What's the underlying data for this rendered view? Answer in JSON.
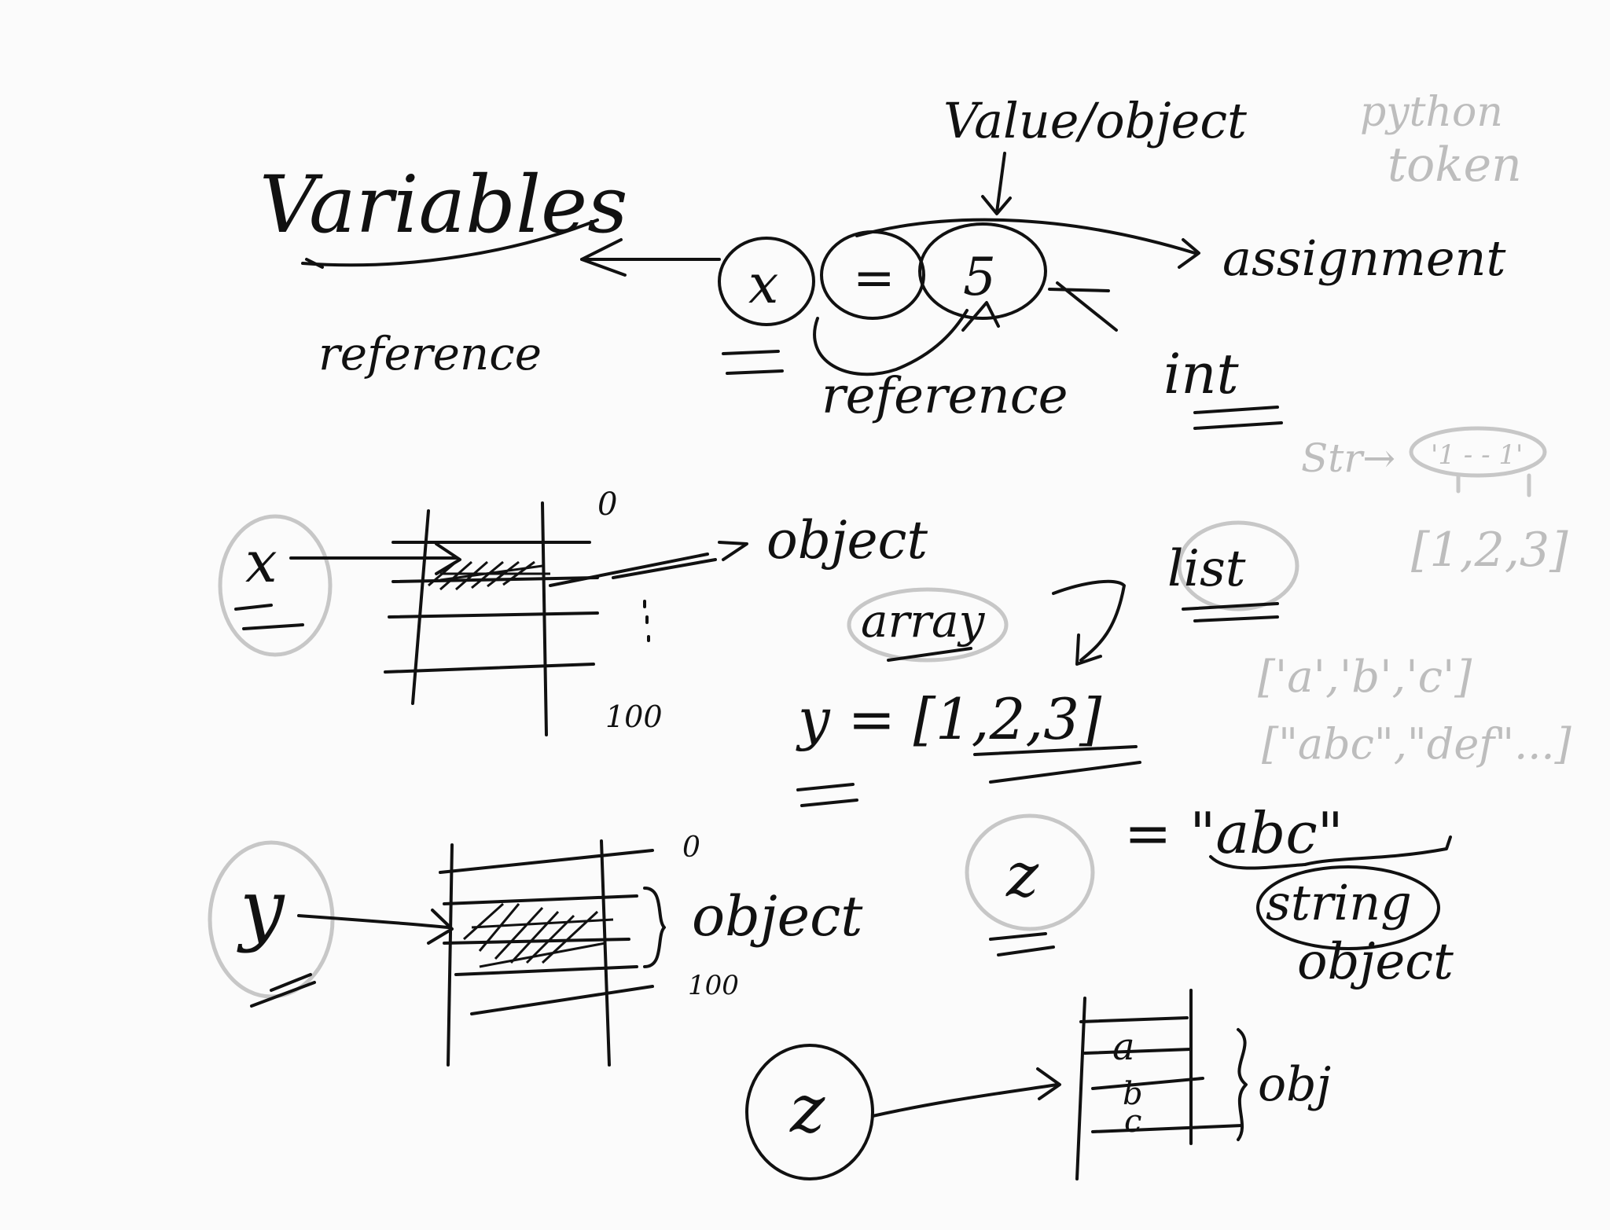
{
  "top": {
    "title": "Variables",
    "x": "x",
    "eq": "=",
    "five": "5",
    "value_object": "Value/object",
    "assignment": "assignment",
    "reference_left": "reference",
    "reference_bottom": "reference",
    "int": "int",
    "python_token_1": "python",
    "python_token_2": "token"
  },
  "middle": {
    "x": "x",
    "cell_zero": "0",
    "cell_hundred": "100",
    "object": "object",
    "array": "array",
    "list": "list",
    "y_assign": "y = [1,2,3]",
    "str_label": "Str→",
    "str_cells": "'1 - - 1'",
    "list_small": "[1,2,3]",
    "list_chars": "['a','b','c']",
    "list_strings": "[\"abc\",\"def\"...]"
  },
  "bottom": {
    "y": "y",
    "cell_zero": "0",
    "cell_hundred": "100",
    "object": "object",
    "z": "z",
    "z_assign": "= \"abc\"",
    "string": "string",
    "object_2": "object",
    "z_bottom": "z",
    "a": "a",
    "b": "b",
    "c": "c",
    "obj": "obj"
  }
}
